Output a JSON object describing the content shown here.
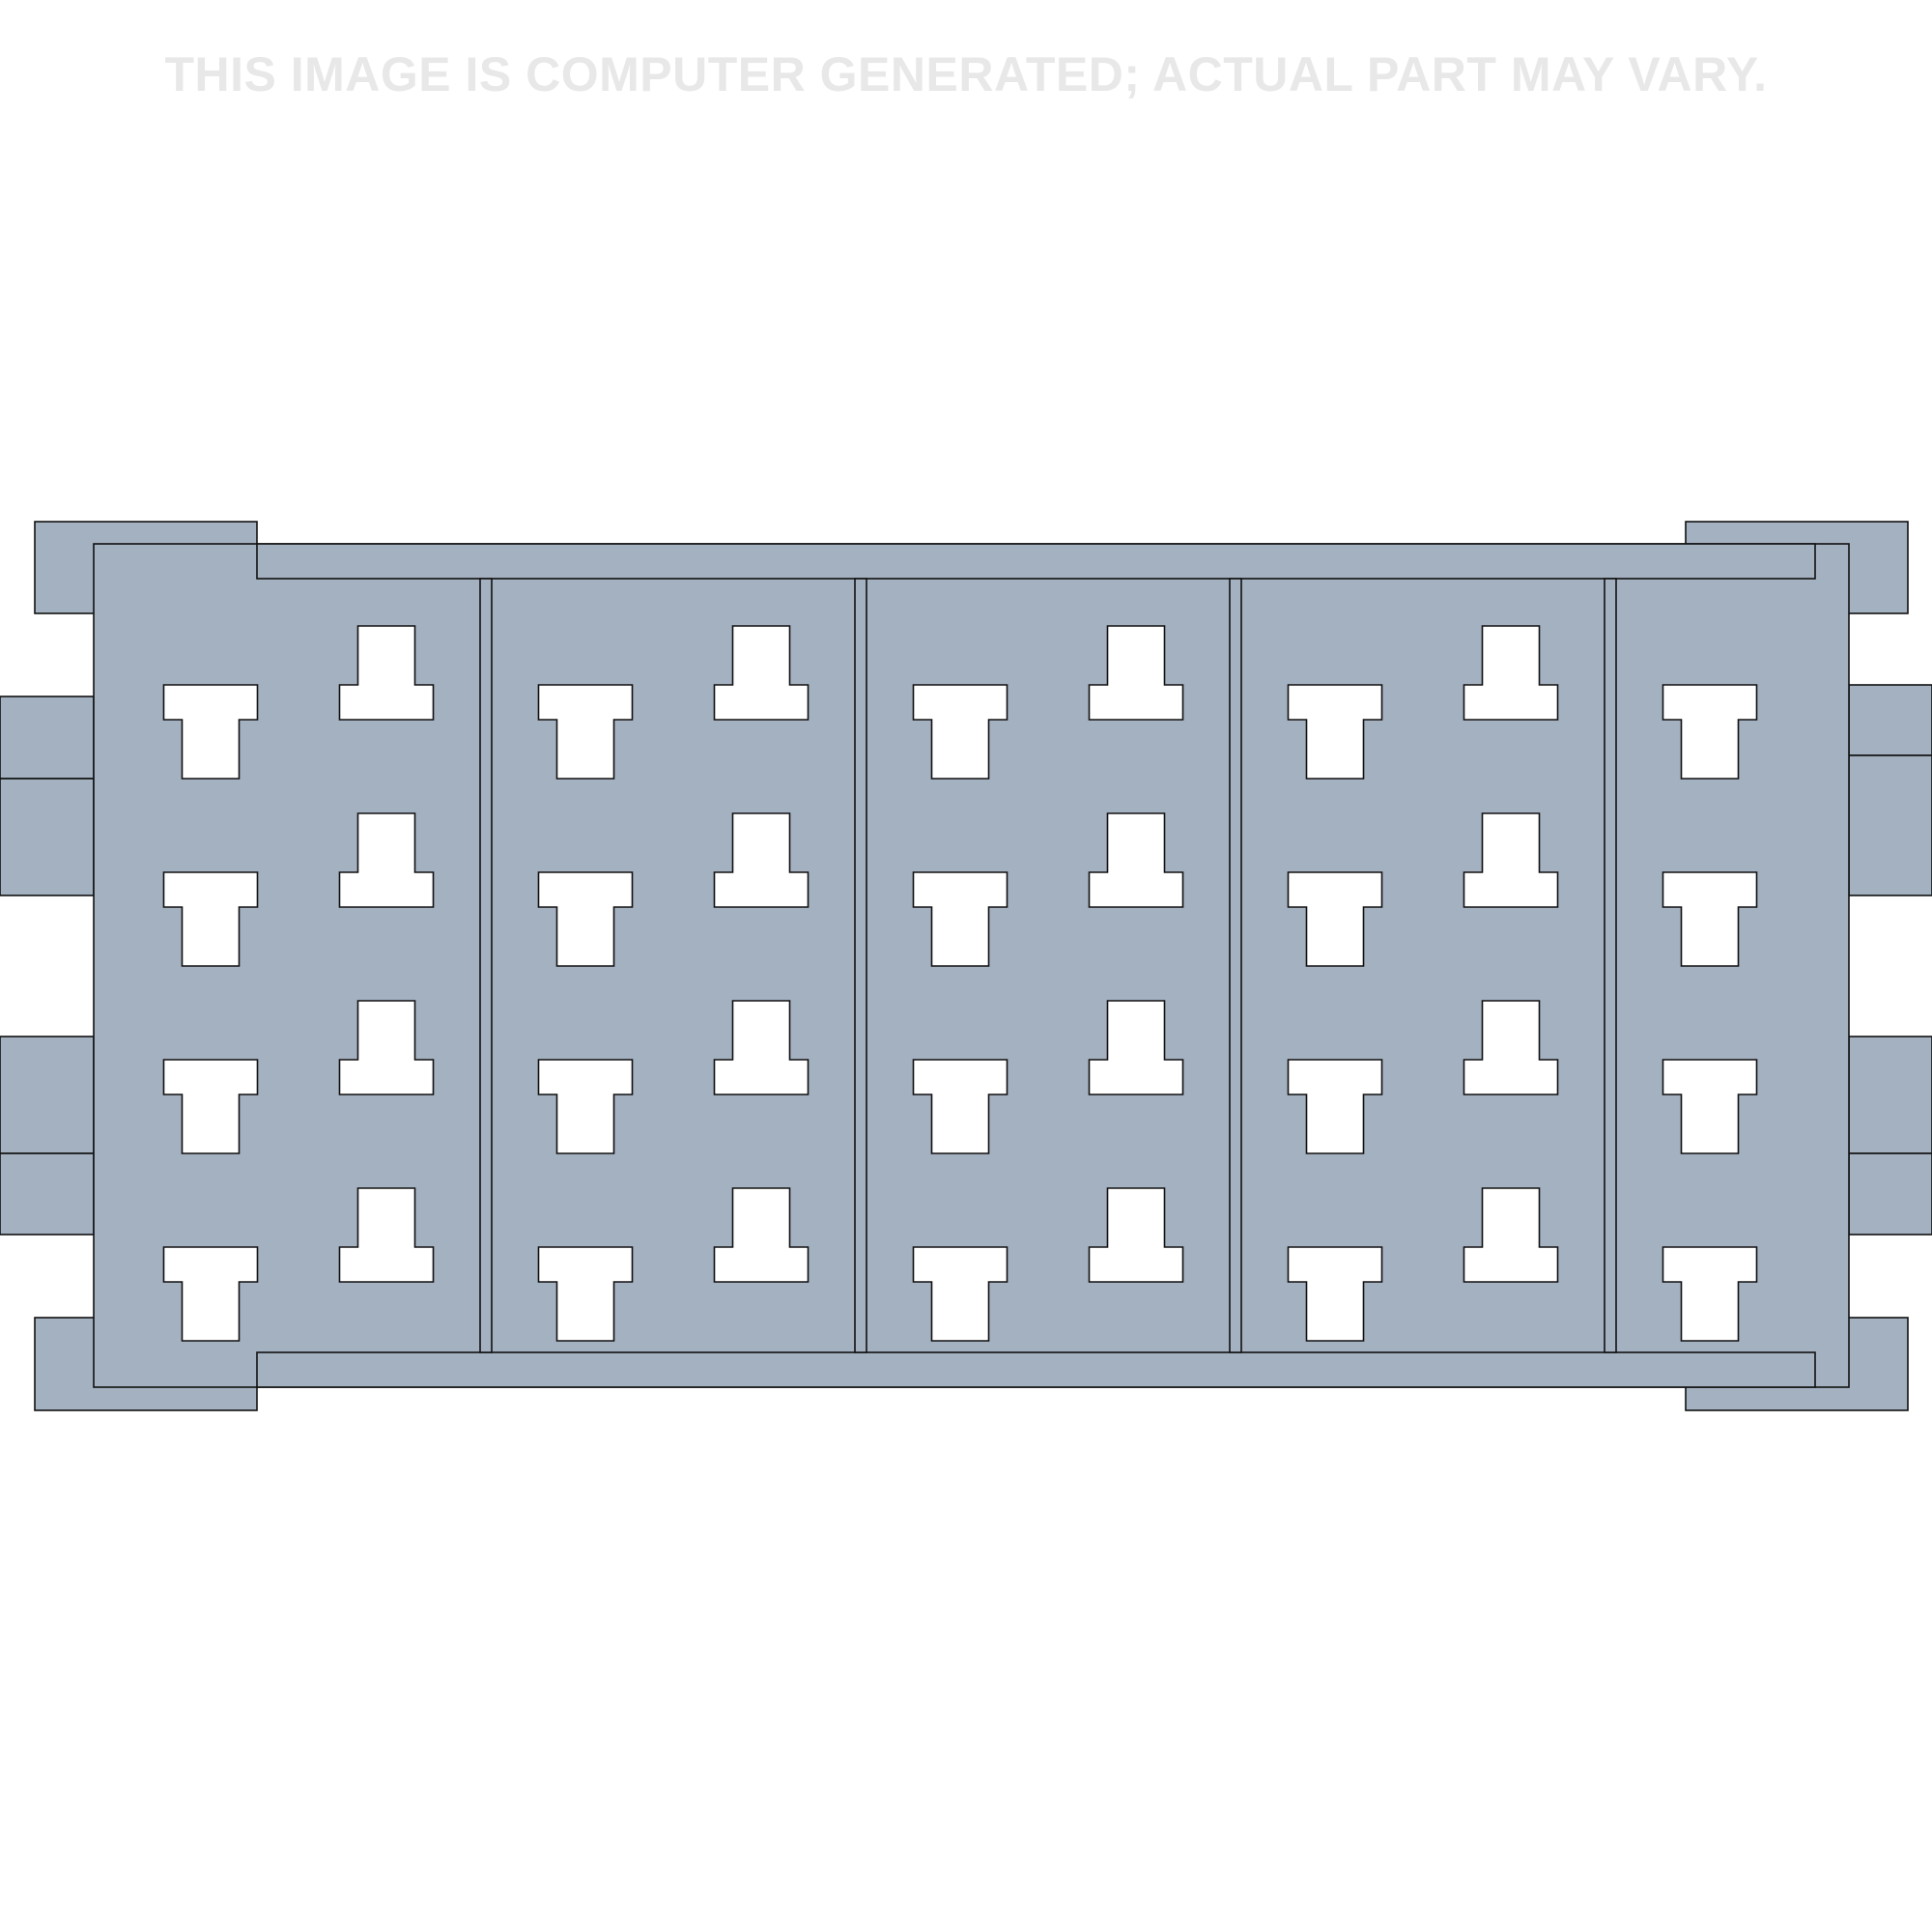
{
  "disclaimer": {
    "text": "THIS IMAGE IS COMPUTER GENERATED; ACTUAL PART MAY VARY."
  },
  "connector": {
    "body_color": "#a4b1c1",
    "outline_color": "#111111",
    "cavity_color": "#ffffff",
    "cavity_shape": "t-icon",
    "cavity_rows": 4,
    "cavity_columns": 9,
    "cavity_count": 36,
    "section_count": 5
  }
}
